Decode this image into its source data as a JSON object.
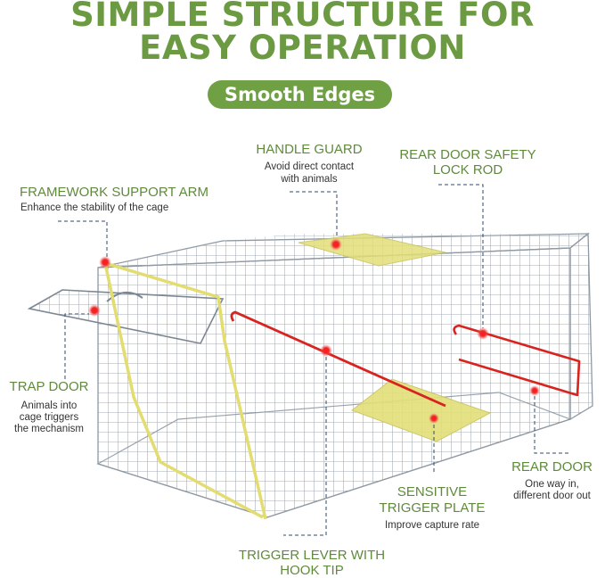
{
  "header": {
    "title_line1": "SIMPLE STRUCTURE FOR",
    "title_line2": "EASY OPERATION",
    "badge": "Smooth Edges"
  },
  "colors": {
    "brand_green": "#6c9a43",
    "label_green": "#5f8a3c",
    "highlight_yellow": "#e2df78",
    "trigger_red": "#d9231e",
    "wire_gray": "#9aa4ad",
    "leader_line": "#2f4a6b"
  },
  "callouts": {
    "handle_guard": {
      "title": "HANDLE GUARD",
      "desc_line1": "Avoid direct contact",
      "desc_line2": "with animals"
    },
    "rear_lock_rod": {
      "title_line1": "REAR DOOR SAFETY",
      "title_line2": "LOCK ROD"
    },
    "framework_arm": {
      "title": "FRAMEWORK SUPPORT ARM",
      "desc": "Enhance the stability of the cage"
    },
    "trap_door": {
      "title": "TRAP DOOR",
      "desc_line1": "Animals into",
      "desc_line2": "cage triggers",
      "desc_line3": "the mechanism"
    },
    "rear_door": {
      "title": "REAR DOOR",
      "desc_line1": "One way in,",
      "desc_line2": "different door out"
    },
    "trigger_plate": {
      "title_line1": "SENSITIVE",
      "title_line2": "TRIGGER PLATE",
      "desc": "Improve capture rate"
    },
    "trigger_lever": {
      "title_line1": "TRIGGER LEVER WITH",
      "title_line2": "HOOK TIP"
    }
  }
}
